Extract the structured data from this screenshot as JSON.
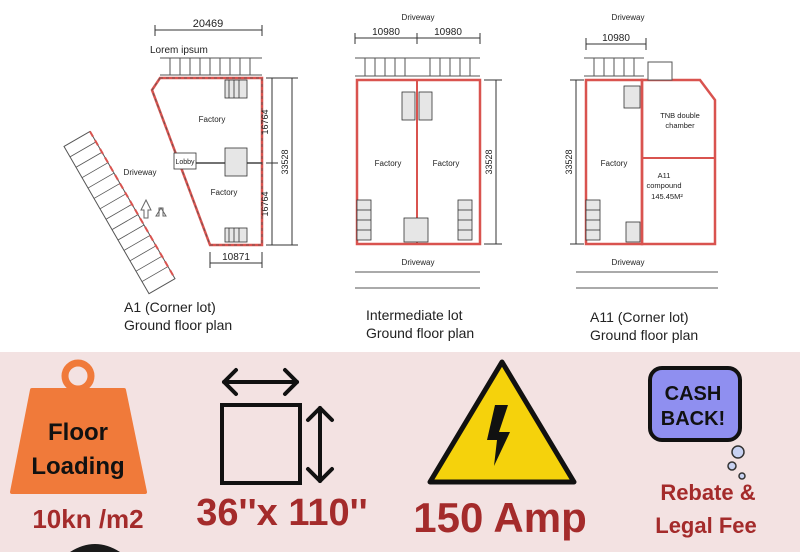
{
  "plans": {
    "a1": {
      "dim_top": "20469",
      "lorem": "Lorem ipsum",
      "room_top": "Factory",
      "room_bottom": "Factory",
      "lobby": "Lobby",
      "driveway": "Driveway",
      "dim_right_top": "16764",
      "dim_right_bottom": "16764",
      "dim_total": "33528",
      "dim_bottom": "10871",
      "caption_line1": "A1 (Corner lot)",
      "caption_line2": "Ground floor plan"
    },
    "intermediate": {
      "driveway_top": "Driveway",
      "dim_left": "10980",
      "dim_right": "10980",
      "room_left": "Factory",
      "room_right": "Factory",
      "dim_total": "33528",
      "driveway_bottom": "Driveway",
      "caption_line1": "Intermediate lot",
      "caption_line2": "Ground floor plan"
    },
    "a11": {
      "driveway_top": "Driveway",
      "dim_top": "10980",
      "room": "Factory",
      "tnb_line1": "TNB double",
      "tnb_line2": "chamber",
      "compound_line1": "A11",
      "compound_line2": "compound",
      "compound_line3": "145.45M²",
      "dim_total": "33528",
      "driveway_bottom": "Driveway",
      "caption_line1": "A11 (Corner lot)",
      "caption_line2": "Ground floor plan"
    }
  },
  "features": {
    "floor_loading": {
      "line1": "Floor",
      "line2": "Loading",
      "value": "10kn /m2"
    },
    "size": {
      "value": "36''x 110''"
    },
    "power": {
      "value": "150 Amp"
    },
    "cashback": {
      "badge_line1": "CASH",
      "badge_line2": "BACK!",
      "line1": "Rebate &",
      "line2": "Legal Fee"
    }
  },
  "colors": {
    "banner_bg": "#f3e2e2",
    "accent_red": "#a42b2b",
    "weight_orange": "#f07a3a",
    "warning_yellow": "#f5d20c",
    "cash_purple": "#8f8ff0",
    "bubble_blue": "#c8d2f2",
    "wall_red": "#d9534f"
  }
}
